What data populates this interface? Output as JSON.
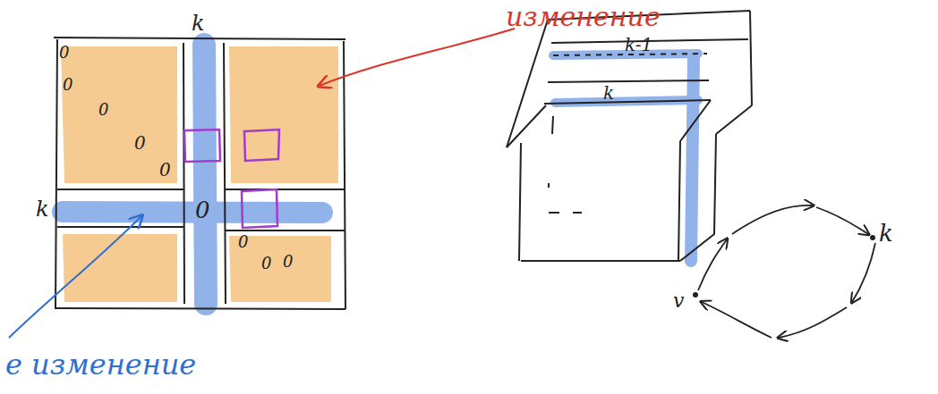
{
  "diagram": {
    "labels": [
      "изменение",
      "k",
      "k",
      "0",
      "0",
      "0",
      "0",
      "0",
      "0",
      "0",
      "0",
      "0",
      "е изменение",
      "k-1",
      "k",
      "k",
      "v"
    ]
  }
}
